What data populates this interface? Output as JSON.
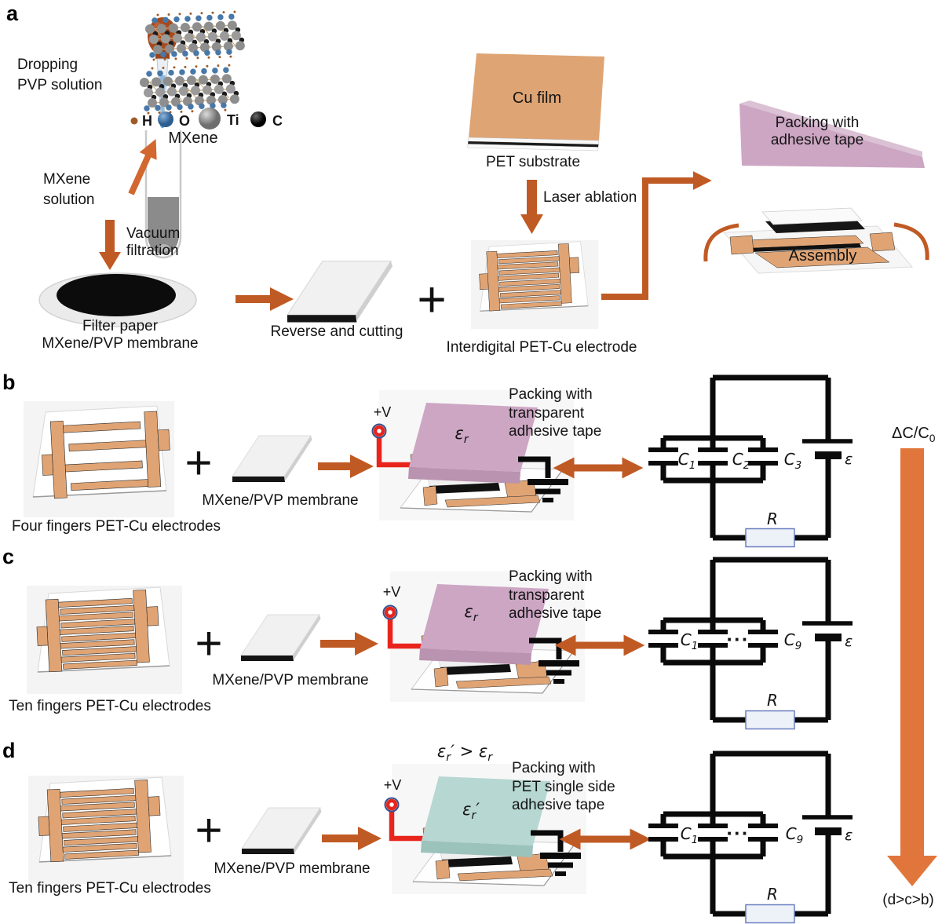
{
  "colors": {
    "copper": "#e0a474",
    "arrow": "#c05a24",
    "arrow_light": "#d2672f",
    "arrow_bright": "#e1763c",
    "tape_pink": "#cda6c4",
    "tape_teal": "#b7d7d2",
    "wire_red": "#e8251d",
    "membrane_black": "#151515"
  },
  "figure": {
    "panel_a": {
      "label": "a",
      "dropper_label": "Dropping\nPVP solution",
      "tube_label": "MXene\nsolution",
      "legend": {
        "h": "H",
        "o": "O",
        "ti": "Ti",
        "c": "C"
      },
      "lattice_caption": "MXene",
      "vacuum_label": "Vacuum\nfiltration",
      "filter_label": "Filter paper\nMXene/PVP membrane",
      "reverse_label": "Reverse and cutting",
      "plus": "+",
      "interdigital_label": "Interdigital PET-Cu electrode",
      "cu_film_label": "Cu film",
      "pet_label": "PET substrate",
      "laser_label": "Laser ablation",
      "packing_label": "Packing with\nadhesive tape",
      "assembly_label": "Assembly"
    },
    "panel_b": {
      "label": "b",
      "electrodes_label": "Four fingers PET-Cu electrodes",
      "plus": "+",
      "membrane_label": "MXene/PVP membrane",
      "voltage_label": "+V",
      "permittivity": {
        "base": "ε",
        "sub": "r"
      },
      "packing_label": "Packing with\ntransparent\nadhesive tape",
      "circuit": {
        "capacitors": [
          {
            "base": "C",
            "sub": "1"
          },
          {
            "base": "C",
            "sub": "2"
          },
          {
            "base": "C",
            "sub": "3"
          }
        ],
        "emf": "ε",
        "resistor": "R"
      }
    },
    "panel_c": {
      "label": "c",
      "electrodes_label": "Ten fingers PET-Cu electrodes",
      "plus": "+",
      "membrane_label": "MXene/PVP membrane",
      "voltage_label": "+V",
      "permittivity": {
        "base": "ε",
        "sub": "r"
      },
      "packing_label": "Packing with\ntransparent\nadhesive tape",
      "circuit": {
        "capacitor_first": {
          "base": "C",
          "sub": "1"
        },
        "dots": "···",
        "capacitor_last": {
          "base": "C",
          "sub": "9"
        },
        "emf": "ε",
        "resistor": "R"
      }
    },
    "panel_d": {
      "label": "d",
      "electrodes_label": "Ten fingers PET-Cu electrodes",
      "plus": "+",
      "membrane_label": "MXene/PVP membrane",
      "voltage_label": "+V",
      "inequality": {
        "lhs_base": "ε",
        "lhs_sub": "r",
        "lhs_prime": "′",
        "op": ">",
        "rhs_base": "ε",
        "rhs_sub": "r"
      },
      "permittivity": {
        "base": "ε",
        "sub": "r",
        "prime": "′"
      },
      "packing_label": "Packing with\nPET single side\nadhesive tape",
      "circuit": {
        "capacitor_first": {
          "base": "C",
          "sub": "1"
        },
        "dots": "···",
        "capacitor_last": {
          "base": "C",
          "sub": "9"
        },
        "emf": "ε",
        "resistor": "R"
      }
    },
    "side": {
      "ratio_base": "ΔC/C",
      "ratio_sub": "0",
      "ranking": "(d>c>b)"
    }
  }
}
